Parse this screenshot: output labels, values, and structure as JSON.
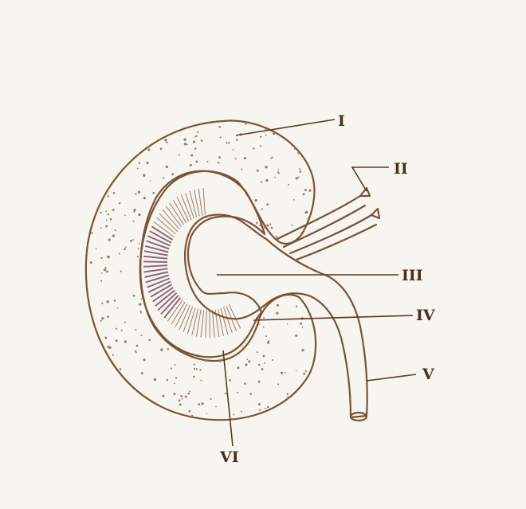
{
  "diagram": {
    "labels": {
      "l1": "I",
      "l2": "II",
      "l3": "III",
      "l4": "IV",
      "l5": "V",
      "l6": "VI"
    }
  },
  "colors": {
    "paper": "#f7f5ef",
    "ink": "#7a5238",
    "stipple": "#9a7a66",
    "pyramid_shade": "#8c6a7a"
  }
}
